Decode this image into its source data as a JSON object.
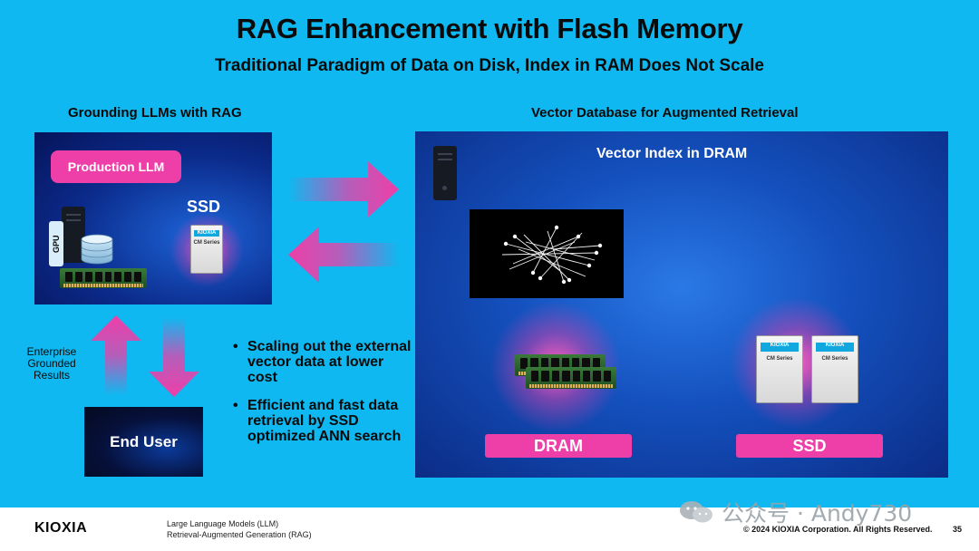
{
  "slide": {
    "title": "RAG Enhancement with Flash Memory",
    "subtitle": "Traditional Paradigm of Data on Disk, Index in RAM Does Not Scale"
  },
  "left": {
    "heading": "Grounding LLMs with RAG",
    "llm_label": "Production LLM",
    "ssd_label": "SSD",
    "gpu_label": "GPU",
    "drive_brand": "KIOXIA",
    "drive_series": "CM Series"
  },
  "right": {
    "heading": "Vector Database for Augmented Retrieval",
    "panel_title": "Vector Index in DRAM",
    "dram_label": "DRAM",
    "ssd_label": "SSD",
    "drive_brand": "KIOXIA",
    "drive_series": "CM Series"
  },
  "flow": {
    "side_text": "Enterprise Grounded Results",
    "end_user": "End User"
  },
  "bullets": [
    "Scaling out the external vector data at lower cost",
    "Efficient and fast data retrieval by SSD optimized ANN search"
  ],
  "footer": {
    "logo": "KIOXIA",
    "footnote_1": "Large Language Models (LLM)",
    "footnote_2": "Retrieval-Augmented Generation (RAG)",
    "copyright": "© 2024 KIOXIA Corporation. All Rights Reserved.",
    "page_number": "35",
    "watermark": "公众号 · Andy730"
  },
  "icons": [
    "server-tower-icon",
    "database-icon",
    "memory-module-icon",
    "ssd-drive-icon",
    "network-graph-icon",
    "arrow-right-icon",
    "arrow-left-icon",
    "arrow-up-icon",
    "arrow-down-icon",
    "wechat-icon"
  ],
  "colors": {
    "background": "#0fb8f0",
    "accent_pink": "#ee3fa8",
    "panel_blue": "#0b2a8a",
    "text_dark": "#0a0a0a"
  }
}
